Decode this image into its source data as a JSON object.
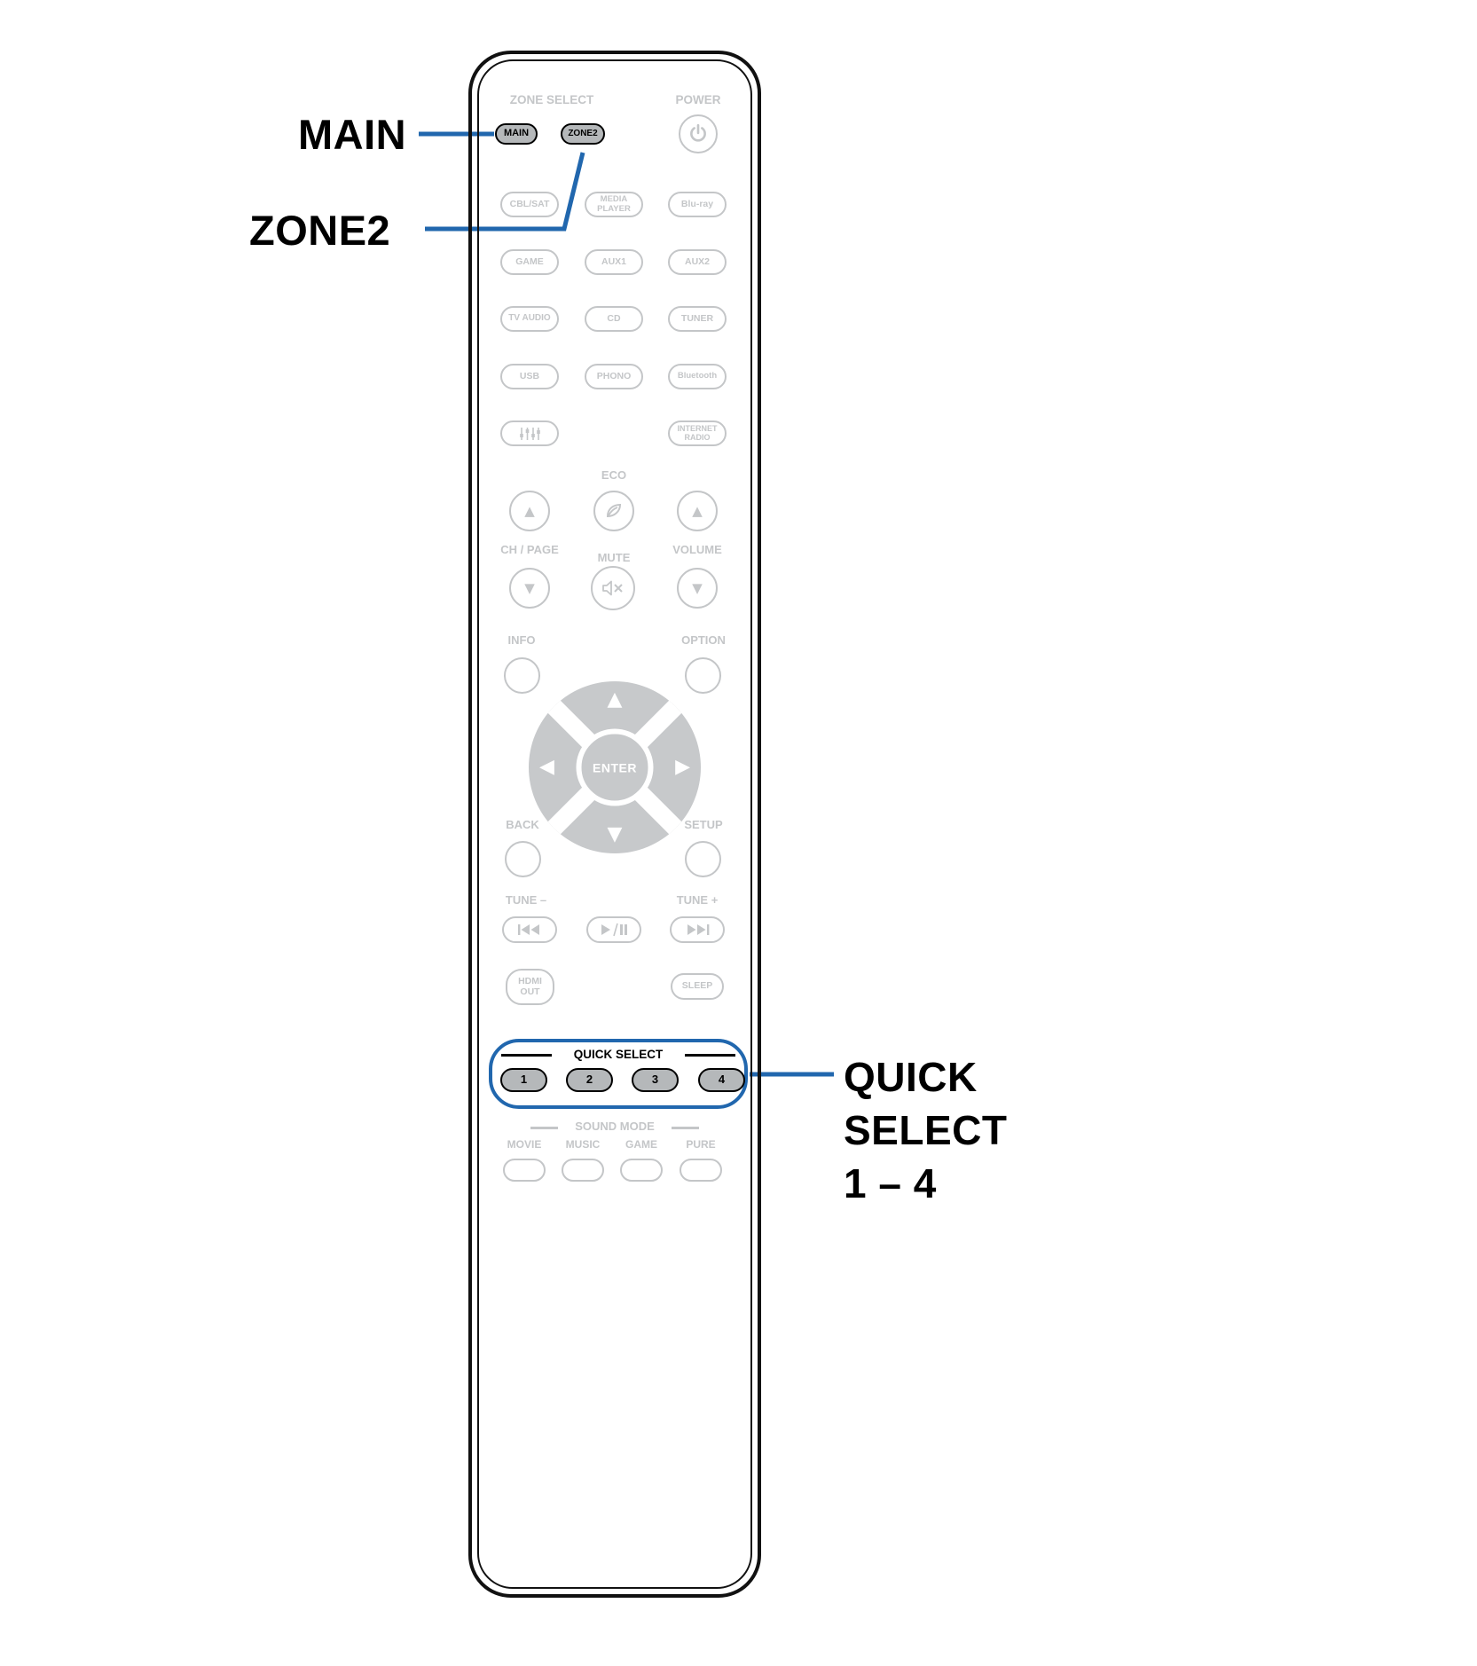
{
  "figure": {
    "type": "remote-control-diagram",
    "accent_blue": "#2167ae",
    "line_gray": "#c4c6c8",
    "highlight_fill": "#b5b8ba"
  },
  "callouts": {
    "main": "MAIN",
    "zone2": "ZONE2",
    "quick_select": "QUICK\nSELECT\n1 – 4"
  },
  "remote": {
    "zone_select_heading": "ZONE SELECT",
    "power_heading": "POWER",
    "main_button": "MAIN",
    "zone2_button": "ZONE2",
    "sources": [
      "CBL/SAT",
      "MEDIA\nPLAYER",
      "Blu-ray",
      "GAME",
      "AUX1",
      "AUX2",
      "TV AUDIO",
      "CD",
      "TUNER",
      "USB",
      "PHONO",
      "Bluetooth",
      "INTERNET\nRADIO"
    ],
    "eco_label": "ECO",
    "ch_page_label": "CH / PAGE",
    "mute_label": "MUTE",
    "volume_label": "VOLUME",
    "info_label": "INFO",
    "option_label": "OPTION",
    "enter_label": "ENTER",
    "back_label": "BACK",
    "setup_label": "SETUP",
    "tune_minus_label": "TUNE –",
    "tune_plus_label": "TUNE +",
    "hdmi_out_button": "HDMI\nOUT",
    "sleep_button": "SLEEP",
    "quick_select_heading": "QUICK SELECT",
    "quick_buttons": [
      "1",
      "2",
      "3",
      "4"
    ],
    "sound_mode_heading": "SOUND MODE",
    "sound_mode_labels": [
      "MOVIE",
      "MUSIC",
      "GAME",
      "PURE"
    ]
  },
  "icons": {
    "power": "power-icon",
    "eco_leaf": "leaf-icon",
    "mute": "mute-speaker-icon",
    "analog_input": "equalizer-icon",
    "skip_back": "skip-back-icon",
    "play_pause": "play-pause-icon",
    "skip_forward": "skip-forward-icon",
    "up_arrow": "▲",
    "down_arrow": "▼",
    "dpad_up": "▲",
    "dpad_down": "▼",
    "dpad_left": "◀",
    "dpad_right": "▶"
  }
}
